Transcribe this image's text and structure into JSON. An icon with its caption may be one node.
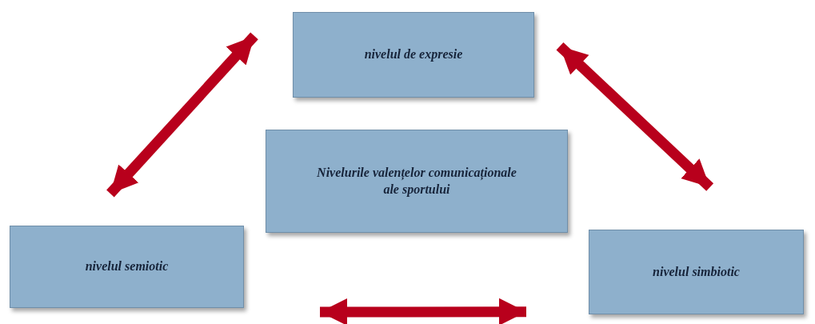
{
  "diagram": {
    "nodes": [
      {
        "text": [
          "nivelul de expresie"
        ]
      },
      {
        "text": [
          "Nivelurile valențelor comunicaționale ale sportului"
        ]
      },
      {
        "text": [
          "nivelul semiotic"
        ]
      },
      {
        "text": [
          "nivelul simbiotic"
        ]
      }
    ],
    "edges": [
      {
        "from": 0,
        "to": 2,
        "arrow": "both"
      },
      {
        "from": 0,
        "to": 3,
        "arrow": "both"
      },
      {
        "from": 2,
        "to": 3,
        "arrow": "both"
      }
    ]
  }
}
